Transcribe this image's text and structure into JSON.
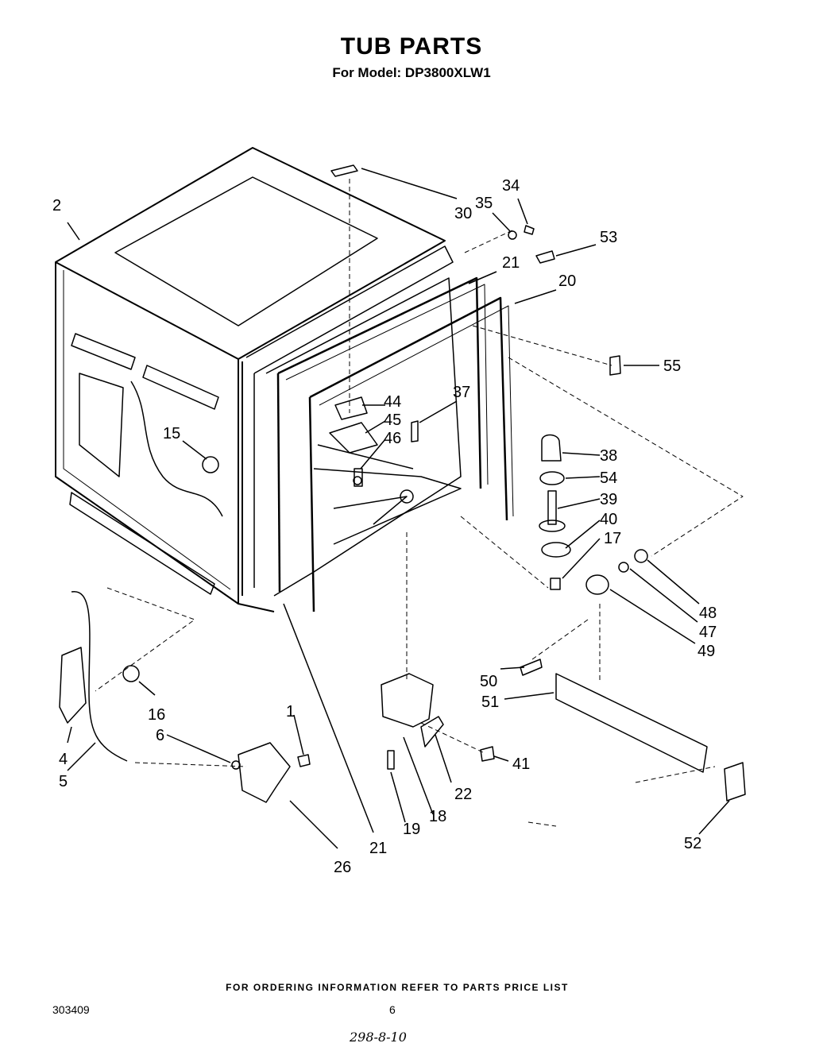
{
  "header": {
    "title": "TUB PARTS",
    "subtitle": "For Model: DP3800XLW1"
  },
  "callouts": [
    {
      "id": "2",
      "text": "2"
    },
    {
      "id": "30",
      "text": "30"
    },
    {
      "id": "35",
      "text": "35"
    },
    {
      "id": "34",
      "text": "34"
    },
    {
      "id": "53",
      "text": "53"
    },
    {
      "id": "21a",
      "text": "21"
    },
    {
      "id": "20",
      "text": "20"
    },
    {
      "id": "55",
      "text": "55"
    },
    {
      "id": "44",
      "text": "44"
    },
    {
      "id": "45",
      "text": "45"
    },
    {
      "id": "46",
      "text": "46"
    },
    {
      "id": "37",
      "text": "37"
    },
    {
      "id": "15",
      "text": "15"
    },
    {
      "id": "38",
      "text": "38"
    },
    {
      "id": "54",
      "text": "54"
    },
    {
      "id": "39",
      "text": "39"
    },
    {
      "id": "40",
      "text": "40"
    },
    {
      "id": "17",
      "text": "17"
    },
    {
      "id": "48",
      "text": "48"
    },
    {
      "id": "47",
      "text": "47"
    },
    {
      "id": "49",
      "text": "49"
    },
    {
      "id": "50",
      "text": "50"
    },
    {
      "id": "51",
      "text": "51"
    },
    {
      "id": "16",
      "text": "16"
    },
    {
      "id": "1",
      "text": "1"
    },
    {
      "id": "6",
      "text": "6"
    },
    {
      "id": "4",
      "text": "4"
    },
    {
      "id": "5",
      "text": "5"
    },
    {
      "id": "41",
      "text": "41"
    },
    {
      "id": "22",
      "text": "22"
    },
    {
      "id": "18",
      "text": "18"
    },
    {
      "id": "19",
      "text": "19"
    },
    {
      "id": "52",
      "text": "52"
    },
    {
      "id": "21b",
      "text": "21"
    },
    {
      "id": "26",
      "text": "26"
    }
  ],
  "footer": {
    "note": "FOR ORDERING INFORMATION REFER TO PARTS PRICE LIST",
    "doc_number": "303409",
    "page_number": "6",
    "handwritten": "298-8-10"
  }
}
